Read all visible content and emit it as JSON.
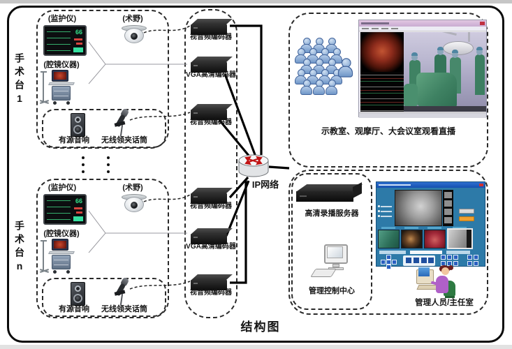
{
  "title": "结构图",
  "tables": [
    {
      "side_label": "手术台1",
      "monitor_label": "(监护仪)",
      "camera_label": "(术野)",
      "endoscope_label": "(腔镜仪器)",
      "speaker_label": "有源音响",
      "mic_label": "无线领夹话筒",
      "monitor_value": "66"
    },
    {
      "side_label": "手术台n",
      "monitor_label": "(监护仪)",
      "camera_label": "(术野)",
      "endoscope_label": "(腔镜仪器)",
      "speaker_label": "有源音响",
      "mic_label": "无线领夹话筒",
      "monitor_value": "66"
    }
  ],
  "encoders": [
    {
      "label": "视音频编码器"
    },
    {
      "label": "VGA高清编码器"
    },
    {
      "label": "视音频编码器"
    },
    {
      "label": "视音频编码器"
    },
    {
      "label": "VGA高清编码器"
    },
    {
      "label": "视音频编码器"
    }
  ],
  "network": {
    "label": "IP网络"
  },
  "viewing_area": {
    "caption": "示教室、观摩厅、大会议室观看直播"
  },
  "recording_area": {
    "server_label": "高清录播服务器",
    "control_label": "管理控制中心",
    "office_label": "管理人员/主任室"
  },
  "colors": {
    "wire": "#000000",
    "dashed_border": "#2a2a2a",
    "person_fill": "#8fb3d9",
    "person_stroke": "#41639b",
    "router_arrow": "#c11414",
    "accent_orange": "#f0a030",
    "software_blue": "#2d7aa8",
    "monitor_green": "#35e08a"
  }
}
